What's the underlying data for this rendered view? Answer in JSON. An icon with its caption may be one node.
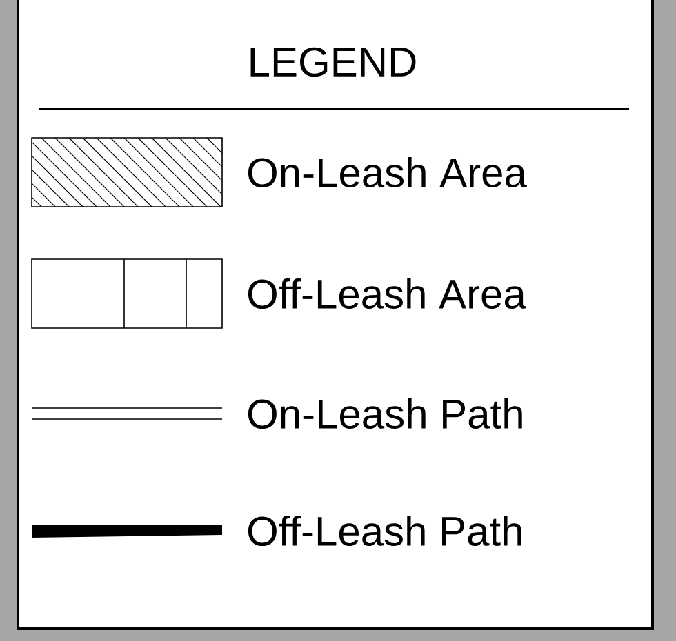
{
  "diagram": {
    "title": "LEGEND",
    "legend": [
      {
        "text": "On-Leash Area"
      },
      {
        "text": "Off-Leash Area"
      },
      {
        "text": "On-Leash Path"
      },
      {
        "text": "Off-Leash Path"
      }
    ]
  }
}
